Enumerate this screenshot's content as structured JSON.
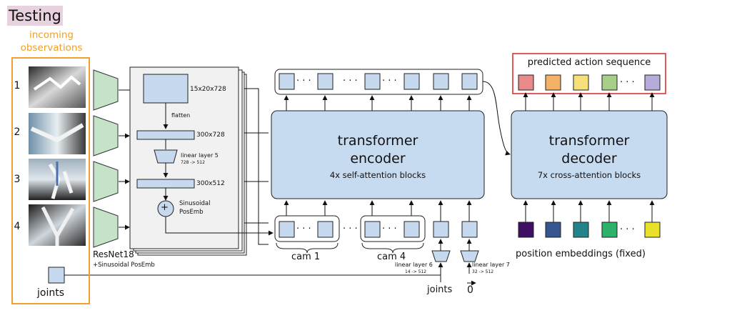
{
  "header": {
    "mode_label": "Testing"
  },
  "observations": {
    "title_line1": "incoming",
    "title_line2": "observations",
    "frame_numbers": [
      "1",
      "2",
      "3",
      "4"
    ],
    "joints_label": "joints"
  },
  "backbone": {
    "name": "ResNet18",
    "sub": "+Sinusoidal PosEmb",
    "feature_dim": "15x20x728",
    "flatten_label": "flatten",
    "flat_dim": "300x728",
    "linear_label": "linear layer 5",
    "linear_dims": "728 -> 512",
    "proj_dim": "300x512",
    "posemb_line1": "Sinusoidal",
    "posemb_line2": "PosEmb",
    "plus_symbol": "+"
  },
  "encoder": {
    "title_line1": "transformer",
    "title_line2": "encoder",
    "subtitle": "4x self-attention blocks",
    "ellipsis": "· · ·",
    "cam_first": "cam 1",
    "cam_last": "cam 4",
    "linear6_label": "linear layer 6",
    "linear6_dims": "14 -> 512",
    "linear7_label": "linear layer 7",
    "linear7_dims": "32 -> 512",
    "joints_label": "joints",
    "zero_vector": "0"
  },
  "decoder": {
    "title_line1": "transformer",
    "title_line2": "decoder",
    "subtitle": "7x cross-attention blocks",
    "output_title": "predicted action sequence",
    "pos_emb_label": "position embeddings (fixed)",
    "ellipsis": "· · ·"
  },
  "colors": {
    "token_fill": "#c6d9ef",
    "block_fill": "#c6daf0",
    "cnn_fill": "#c4e3c8",
    "orange": "#f0a02c",
    "red": "#e03030",
    "action_tokens": [
      "#e88a8a",
      "#f4b066",
      "#f6e07a",
      "#a8cf8a",
      "#b6abd9"
    ],
    "pos_tokens": [
      "#3f0f63",
      "#34558f",
      "#22848a",
      "#2cb26a",
      "#e8e02a"
    ]
  }
}
